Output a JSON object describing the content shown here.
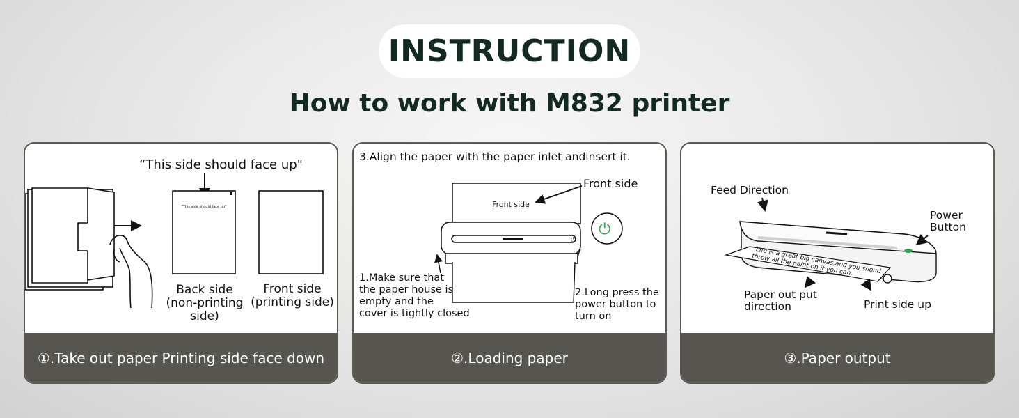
{
  "header": {
    "title": "INSTRUCTION",
    "subtitle": "How to work with M832 printer"
  },
  "step1": {
    "callout": "“This side should face up\"",
    "paper_small_text": "\"This side should face up\"",
    "back_side": [
      "Back side",
      "(non-printing",
      "side)"
    ],
    "front_side": [
      "Front side",
      "(printing side)"
    ],
    "caption": "①.Take out paper Printing side face down"
  },
  "step2": {
    "heading": "3.Align the paper with the paper inlet andinsert it.",
    "front_side_label": "Front side",
    "paper_text": "Front side",
    "note_left": [
      "1.Make sure that",
      "the paper house is",
      "empty and the",
      "cover is tightly closed"
    ],
    "note_right": [
      "2.Long press the",
      "power button to",
      "turn on"
    ],
    "caption": "②.Loading paper"
  },
  "step3": {
    "feed_direction": "Feed Direction",
    "power_button": [
      "Power",
      "Button"
    ],
    "paper_out": [
      "Paper out put",
      "direction"
    ],
    "print_side_up": "Print side up",
    "paper_text": [
      "Life is a great big canvas,and you shoud",
      "throw all the paint on it you can."
    ],
    "caption": "③.Paper output"
  },
  "colors": {
    "footer": "#56554f",
    "title_text": "#132a22",
    "power_green": "#2fa84f"
  }
}
